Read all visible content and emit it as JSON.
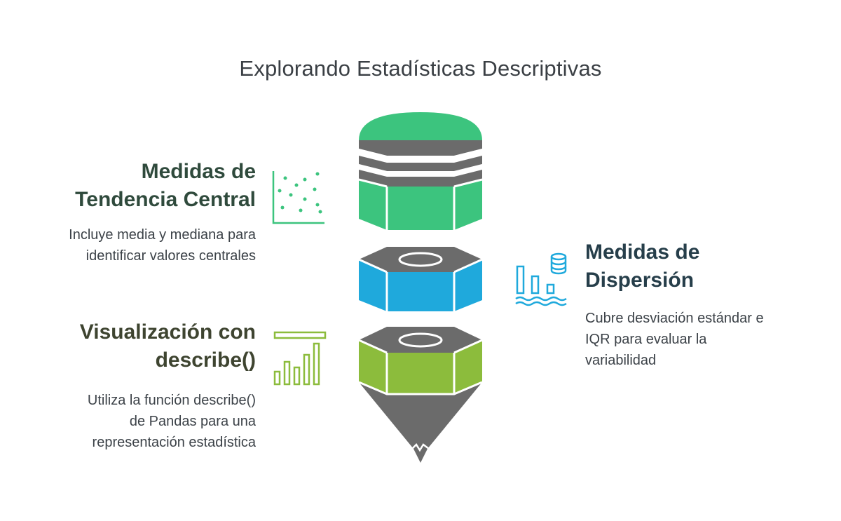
{
  "title": "Explorando Estadísticas Descriptivas",
  "sections": [
    {
      "id": "central",
      "heading_line1": "Medidas de",
      "heading_line2": "Tendencia Central",
      "desc_line1": "Incluye media y mediana para",
      "desc_line2": "identificar valores centrales",
      "color": "#3cc47e",
      "icon": "scatter-plot-icon"
    },
    {
      "id": "dispersion",
      "heading_line1": "Medidas de",
      "heading_line2": "Dispersión",
      "desc_line1": "Cubre desviación estándar e",
      "desc_line2": "IQR para evaluar la",
      "desc_line3": "variabilidad",
      "color": "#1fa9dc",
      "icon": "bar-chart-database-icon"
    },
    {
      "id": "describe",
      "heading_line1": "Visualización con",
      "heading_line2": "describe()",
      "desc_line1": "Utiliza la función describe()",
      "desc_line2": "de Pandas para una",
      "desc_line3": "representación estadística",
      "color": "#8cbc3c",
      "icon": "bar-chart-icon"
    }
  ],
  "colors": {
    "gray": "#6b6b6b",
    "heading_central": "#2f4a3c",
    "heading_dispersion": "#263e4a",
    "heading_describe": "#3e4430"
  }
}
